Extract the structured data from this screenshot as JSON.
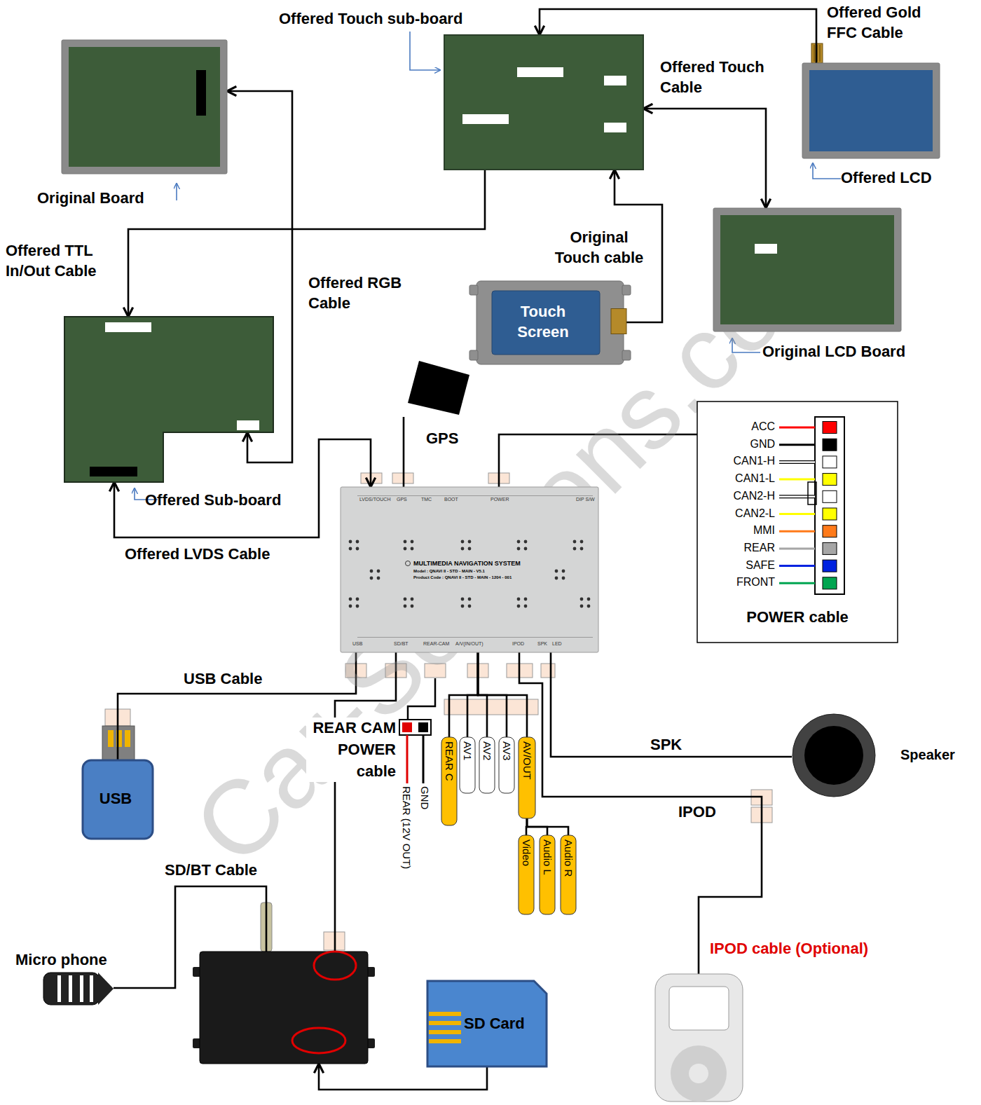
{
  "diagram": {
    "nodes": [
      {
        "text": [
          "Original Board"
        ]
      },
      {
        "text": [
          "Offered Touch sub-board"
        ]
      },
      {
        "text": [
          "Offered LCD"
        ]
      },
      {
        "text": [
          "Original LCD Board"
        ]
      },
      {
        "text": [
          "Touch Screen"
        ]
      },
      {
        "text": [
          "Offered Sub-board"
        ]
      },
      {
        "text": [
          "GPS"
        ]
      },
      {
        "text": [
          "MULTIMEDIA NAVIGATION SYSTEM",
          "Model : QNAVI II - STD - MAIN - V5.1",
          "Product Code : QNAVI II - STD - MAIN - 1204 - 001"
        ]
      },
      {
        "text": [
          "POWER cable"
        ]
      },
      {
        "text": [
          "USB"
        ]
      },
      {
        "text": [
          "SD/BT Cable"
        ]
      },
      {
        "text": [
          "Micro phone"
        ]
      },
      {
        "text": [
          "SD Card"
        ]
      },
      {
        "text": [
          "Speaker"
        ]
      },
      {
        "text": [
          "IPOD cable (Optional)"
        ]
      },
      {
        "text": [
          "REAR C"
        ]
      },
      {
        "text": [
          "AV1"
        ]
      },
      {
        "text": [
          "AV2"
        ]
      },
      {
        "text": [
          "AV3"
        ]
      },
      {
        "text": [
          "AV/OUT"
        ]
      },
      {
        "text": [
          "Video"
        ]
      },
      {
        "text": [
          "Audio L"
        ]
      },
      {
        "text": [
          "Audio R"
        ]
      }
    ],
    "edges": [
      {
        "from": 5,
        "to": 0,
        "arrow": "both",
        "label": "Offered RGB Cable"
      },
      {
        "from": 1,
        "to": 5,
        "arrow": "to",
        "label": "Offered TTL In/Out Cable"
      },
      {
        "from": 2,
        "to": 1,
        "arrow": "to",
        "label": "Offered Gold FFC Cable"
      },
      {
        "from": 1,
        "to": 3,
        "arrow": "both",
        "label": "Offered Touch Cable"
      },
      {
        "from": 4,
        "to": 1,
        "arrow": "to",
        "label": "Original Touch cable"
      },
      {
        "from": 7,
        "to": 5,
        "arrow": "both",
        "label": "Offered LVDS Cable"
      },
      {
        "from": 6,
        "to": 7,
        "arrow": "none"
      },
      {
        "from": 7,
        "to": 8,
        "arrow": "none"
      },
      {
        "from": 7,
        "to": 9,
        "arrow": "none",
        "label": "USB Cable"
      },
      {
        "from": 7,
        "to": 10,
        "arrow": "none"
      },
      {
        "from": 11,
        "to": 10,
        "arrow": "none"
      },
      {
        "from": 12,
        "to": 10,
        "arrow": "to"
      },
      {
        "from": 7,
        "to": 15,
        "arrow": "none"
      },
      {
        "from": 7,
        "to": 16,
        "arrow": "none"
      },
      {
        "from": 7,
        "to": 17,
        "arrow": "none"
      },
      {
        "from": 7,
        "to": 18,
        "arrow": "none"
      },
      {
        "from": 7,
        "to": 19,
        "arrow": "none"
      },
      {
        "from": 19,
        "to": 20,
        "arrow": "none"
      },
      {
        "from": 19,
        "to": 21,
        "arrow": "none"
      },
      {
        "from": 19,
        "to": 22,
        "arrow": "none"
      },
      {
        "from": 7,
        "to": 13,
        "arrow": "none",
        "label": "SPK"
      },
      {
        "from": 7,
        "to": 14,
        "arrow": "none",
        "label": "IPOD"
      }
    ],
    "labels": [
      "Car-Solutions.com",
      "LVDS/TOUCH",
      "GPS",
      "TMC",
      "BOOT",
      "POWER",
      "DIP S/W",
      "USB",
      "SD/BT",
      "REAR-CAM",
      "A/V(IN/OUT)",
      "IPOD",
      "SPK",
      "LED",
      "ACC",
      "GND",
      "CAN1-H",
      "CAN1-L",
      "CAN2-H",
      "CAN2-L",
      "MMI",
      "REAR",
      "SAFE",
      "FRONT",
      "REAR CAM POWER cable",
      "REAR (12V OUT)",
      "GND"
    ]
  }
}
